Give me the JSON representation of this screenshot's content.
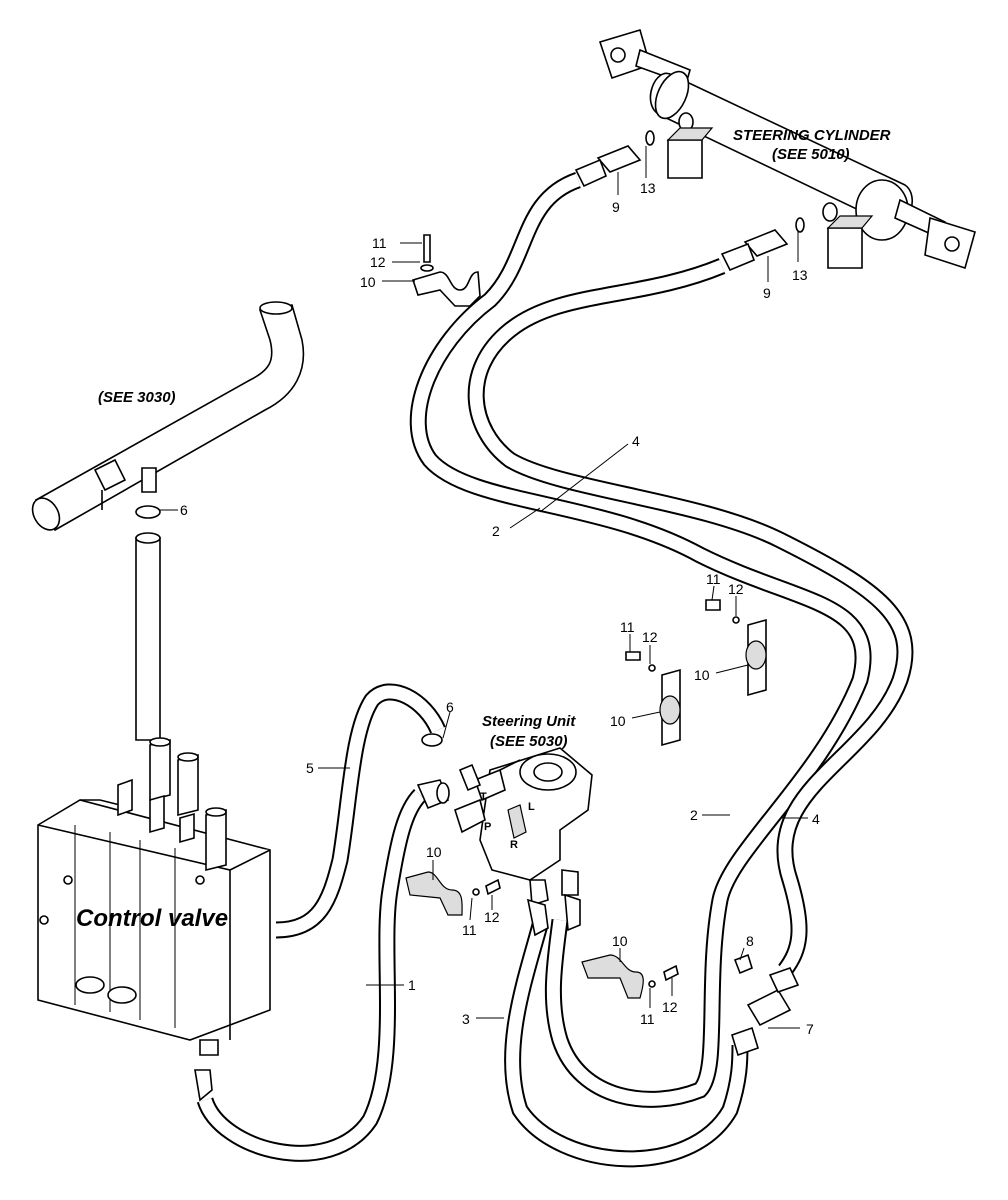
{
  "labels": {
    "steering_cylinder_title": "STEERING CYLINDER",
    "steering_cylinder_ref": "(SEE 5010)",
    "pipe_ref": "(SEE 3030)",
    "steering_unit_title": "Steering Unit",
    "steering_unit_ref": "(SEE 5030)",
    "control_valve": "Control valve"
  },
  "port_labels": {
    "l": "L",
    "r": "R",
    "t": "T",
    "p": "P"
  },
  "callouts": {
    "c1": "1",
    "c2a": "2",
    "c2b": "2",
    "c3": "3",
    "c4a": "4",
    "c4b": "4",
    "c5": "5",
    "c6a": "6",
    "c6b": "6",
    "c7": "7",
    "c8": "8",
    "c9a": "9",
    "c9b": "9",
    "c10a": "10",
    "c10b": "10",
    "c10c": "10",
    "c10d": "10",
    "c10e": "10",
    "c11a": "11",
    "c11b": "11",
    "c11c": "11",
    "c11d": "11",
    "c11e": "11",
    "c12a": "12",
    "c12b": "12",
    "c12c": "12",
    "c12d": "12",
    "c12e": "12",
    "c13a": "13",
    "c13b": "13"
  }
}
